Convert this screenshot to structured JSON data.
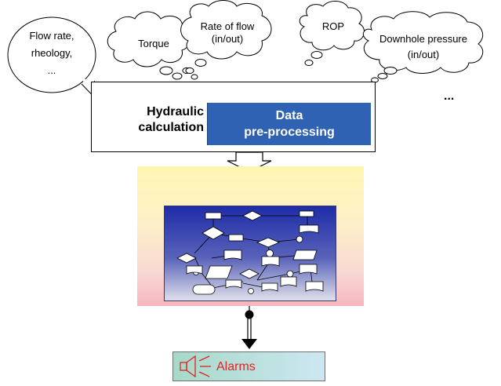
{
  "bubbles": {
    "flow_rate_line1": "Flow rate,",
    "flow_rate_line2": "rheology,",
    "flow_rate_line3": "...",
    "torque": "Torque",
    "rate_of_flow_line1": "Rate of flow",
    "rate_of_flow_line2": "(in/out)",
    "rop": "ROP",
    "downhole_line1": "Downhole pressure",
    "downhole_line2": "(in/out)"
  },
  "main": {
    "hydraulic_line1": "Hydraulic",
    "hydraulic_line2": "calculation",
    "preproc_line1": "Data",
    "preproc_line2": "pre-processing",
    "ellipsis": "..."
  },
  "alarm": {
    "label": "Alarms",
    "text_color": "#e32222"
  },
  "colors": {
    "preproc_fill": "#2f62b2",
    "flowchart_top": "#1e2ca8"
  }
}
